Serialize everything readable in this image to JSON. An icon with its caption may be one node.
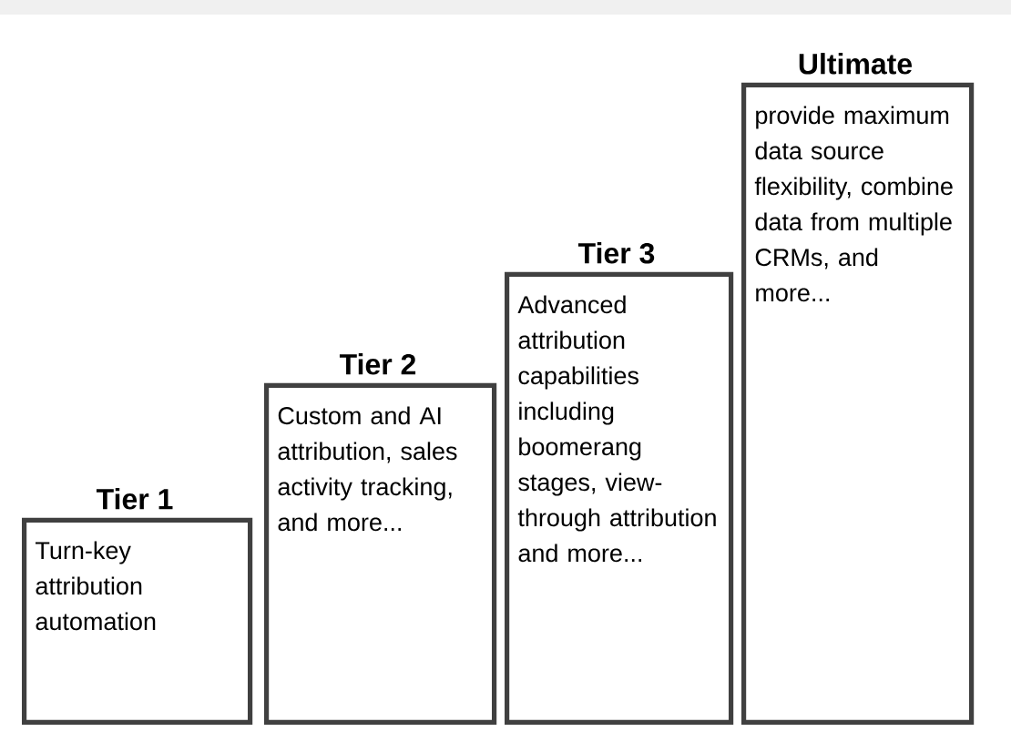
{
  "diagram": {
    "nodes": [
      {
        "text": [
          "Tier 1",
          "Turn-key attribution automation"
        ]
      },
      {
        "text": [
          "Tier 2",
          "Custom and AI attribution, sales activity tracking, and more..."
        ]
      },
      {
        "text": [
          "Tier 3",
          "Advanced attribution capabilities including boomerang stages, view-through attribution and more..."
        ]
      },
      {
        "text": [
          "Ultimate",
          "provide maximum data source flexibility, combine data from multiple CRMs, and more..."
        ]
      }
    ]
  }
}
